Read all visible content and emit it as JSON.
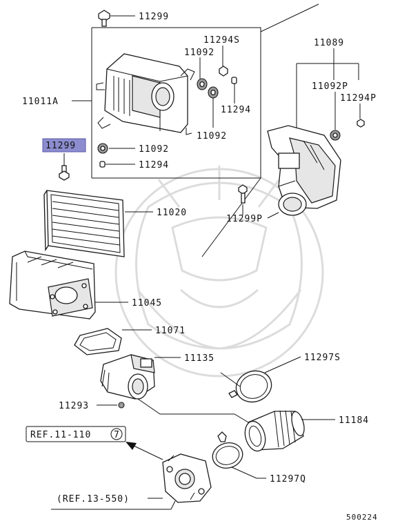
{
  "labels": {
    "p11299_top": "11299",
    "p11294s": "11294S",
    "p11092_a": "11092",
    "p11089": "11089",
    "p11011a": "11011A",
    "p11294_a": "11294",
    "p11092p": "11092P",
    "p11294p": "11294P",
    "p11092_b": "11092",
    "p11299_hl": "11299",
    "p11092_c": "11092",
    "p11294_b": "11294",
    "p11020": "11020",
    "p11299p": "11299P",
    "p11045": "11045",
    "p11071": "11071",
    "p11135": "11135",
    "p11297s": "11297S",
    "p11293": "11293",
    "p11184": "11184",
    "ref_11_110": "REF.11-110",
    "ref_11_110_num": "7",
    "p11297q": "11297Q",
    "ref_13_550": "(REF.13-550)",
    "diagram_number": "500224"
  },
  "colors": {
    "highlight": "#8c8ccf",
    "line": "#111111",
    "watermark": "#d9d9d9"
  }
}
